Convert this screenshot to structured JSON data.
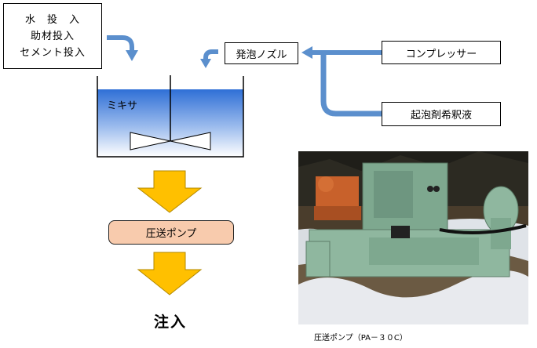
{
  "inputs": {
    "line1": "水　投　入",
    "line2": "助材投入",
    "line3": "セメント投入"
  },
  "nozzle_label": "発泡ノズル",
  "compressor_label": "コンプレッサー",
  "foaming_agent_label": "起泡剤希釈液",
  "mixer_label": "ミキサ",
  "pump_label": "圧送ポンプ",
  "injection_label": "注入",
  "photo_caption": "圧送ポンプ（PA－３０C）",
  "colors": {
    "arrow_blue": "#5b8fcd",
    "arrow_yellow": "#ffc000",
    "pump_fill": "#f8cbad",
    "tank_fill_top": "#2f6fd6",
    "tank_fill_bottom": "#ffffff"
  }
}
